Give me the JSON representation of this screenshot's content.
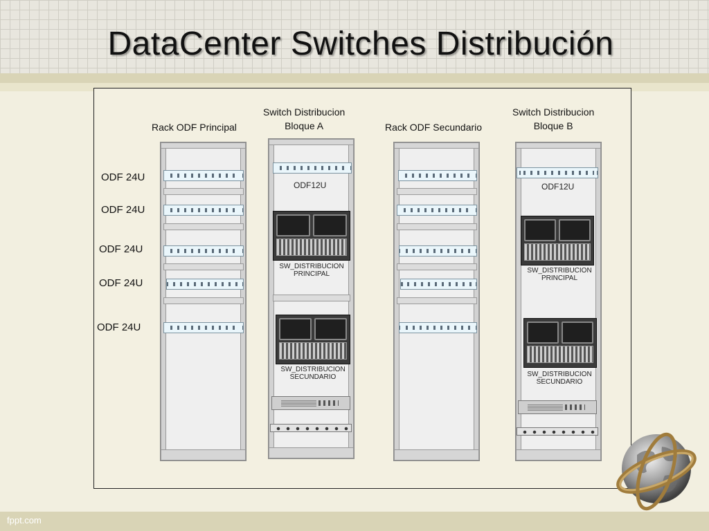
{
  "slide": {
    "title": "DataCenter Switches Distribución",
    "footer": "fppt.com"
  },
  "racks": {
    "odf_principal": "Rack ODF Principal",
    "switch_a": "Switch Distribucion\nBloque A",
    "odf_secundario": "Rack ODF Secundario",
    "switch_b": "Switch Distribucion\nBloque B"
  },
  "odf_labels": [
    "ODF 24U",
    "ODF 24U",
    "ODF 24U",
    "ODF 24U",
    "ODF 24U"
  ],
  "device_labels": {
    "odf12u_a": "ODF12U",
    "odf12u_b": "ODF12U",
    "sw_principal_a": "SW_DISTRIBUCION\nPRINCIPAL",
    "sw_secundario_a": "SW_DISTRIBUCION\nSECUNDARIO",
    "sw_principal_b": "SW_DISTRIBUCION\nPRINCIPAL",
    "sw_secundario_b": "SW_DISTRIBUCION\nSECUNDARIO"
  },
  "colors": {
    "background": "#f2efe0",
    "patch_panel": "#eaf6fb",
    "switch_body": "#3a3a3a",
    "band": "#d9d4b6"
  }
}
